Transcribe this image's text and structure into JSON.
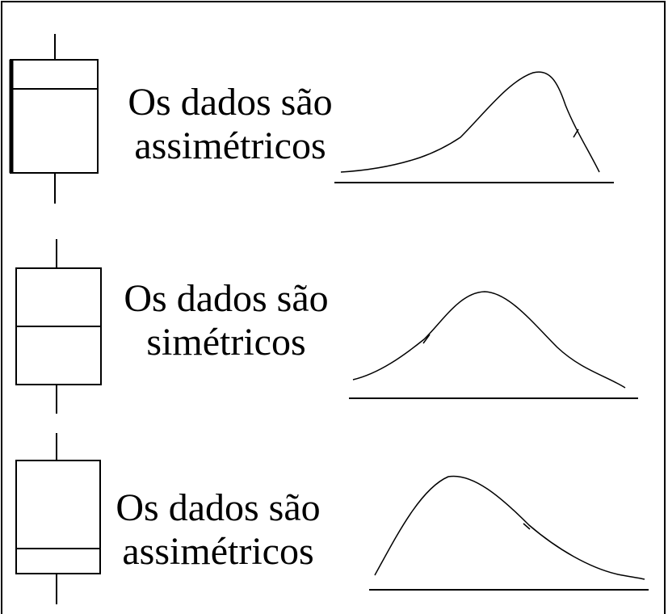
{
  "rows": [
    {
      "line1": "Os dados são",
      "line2": "assimétricos",
      "skew": "left"
    },
    {
      "line1": "Os dados são",
      "line2": "simétricos",
      "skew": "none"
    },
    {
      "line1": "Os dados são",
      "line2": "assimétricos",
      "skew": "right"
    }
  ],
  "colors": {
    "stroke": "#000000",
    "background": "#ffffff"
  }
}
